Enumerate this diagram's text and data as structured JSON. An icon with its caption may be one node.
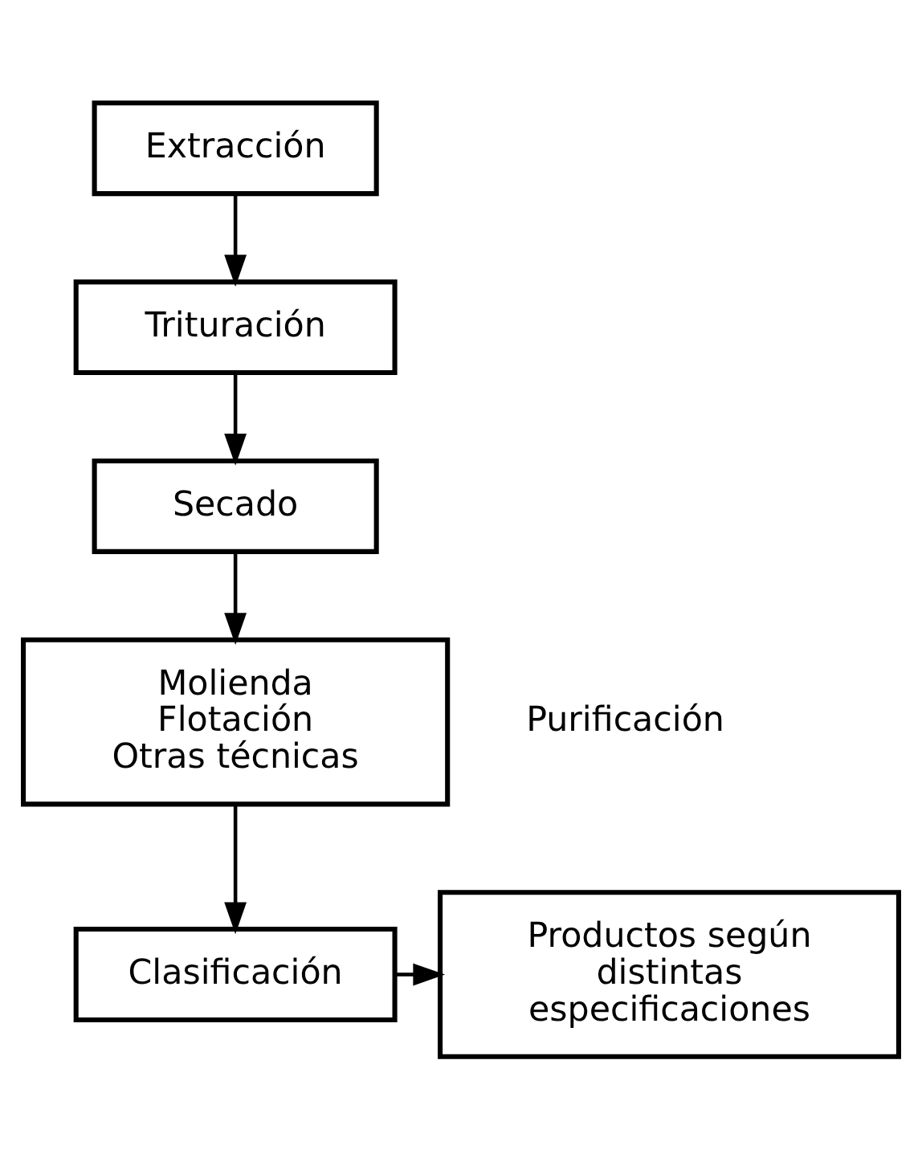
{
  "diagram": {
    "nodes": [
      {
        "text": [
          "Extracción"
        ]
      },
      {
        "text": [
          "Trituración"
        ]
      },
      {
        "text": [
          "Secado"
        ]
      },
      {
        "text": [
          "Molienda",
          "Flotación",
          "Otras técnicas"
        ],
        "beside": [
          "Purificación"
        ]
      },
      {
        "text": [
          "Clasificación"
        ]
      },
      {
        "text": [
          "Productos según distintas especificaciones"
        ]
      }
    ],
    "edges": [
      {
        "from": 0,
        "to": 1,
        "arrow": "to"
      },
      {
        "from": 1,
        "to": 2,
        "arrow": "to"
      },
      {
        "from": 2,
        "to": 3,
        "arrow": "to"
      },
      {
        "from": 3,
        "to": 4,
        "arrow": "to"
      },
      {
        "from": 4,
        "to": 5,
        "arrow": "to"
      }
    ]
  }
}
